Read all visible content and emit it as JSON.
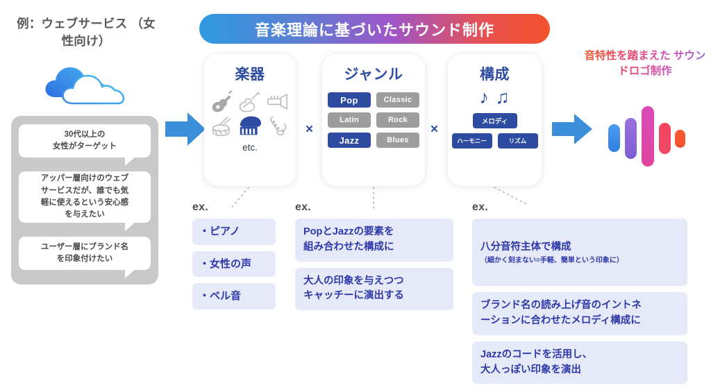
{
  "left": {
    "header": "例：ウェブサービス\n（女性向け）",
    "cloud_icon": "cloud-icon",
    "bubbles": [
      "30代以上の\n女性がターゲット",
      "アッパー層向けのウェブ\nサービスだが、誰でも気\n軽に使えるという安心感\nを与えたい",
      "ユーザー層にブランド名\nを印象付けたい"
    ]
  },
  "title_banner": {
    "text": "音楽理論に基づいたサウンド制作",
    "gradient_from": "#2f9ae0",
    "gradient_mid": "#a055c8",
    "gradient_to": "#f4512c"
  },
  "arrows": {
    "left_arrow": "arrow-right-icon",
    "right_arrow": "arrow-right-icon",
    "color": "#3b8fd8"
  },
  "multiply": {
    "symbol_1": "×",
    "symbol_2": "×",
    "color": "#2d4ba0"
  },
  "cards": {
    "instrument": {
      "title": "楽器",
      "icons": [
        "electric-guitar-icon",
        "violin-icon",
        "trumpet-icon",
        "snare-drum-icon",
        "grand-piano-icon",
        "saxophone-icon"
      ],
      "highlighted_icon": "grand-piano-icon",
      "etc_label": "etc."
    },
    "genre": {
      "title": "ジャンル",
      "chips": [
        {
          "label": "Pop",
          "selected": true
        },
        {
          "label": "Classic",
          "selected": false
        },
        {
          "label": "Latin",
          "selected": false
        },
        {
          "label": "Rock",
          "selected": false
        },
        {
          "label": "Jazz",
          "selected": true
        },
        {
          "label": "Blues",
          "selected": false
        }
      ],
      "selected_color": "#2d4ba0",
      "unselected_color": "#9d9d9d"
    },
    "structure": {
      "title": "構成",
      "note_icons": "♪ ♫",
      "main_button": "メロディ",
      "sub_buttons": [
        "ハーモニー",
        "リズム"
      ]
    }
  },
  "right": {
    "heading": "音特性を踏まえた\nサウンドロゴ制作",
    "logo": "sound-wave-logo",
    "logo_bar_colors": [
      "#3a8ce8",
      "#8a63d2",
      "#d04bb6",
      "#f0405f",
      "#f4512c"
    ]
  },
  "examples": [
    {
      "label": "ex.",
      "items": [
        {
          "main": "・ピアノ"
        },
        {
          "main": "・女性の声"
        },
        {
          "main": "・ベル音"
        }
      ]
    },
    {
      "label": "ex.",
      "items": [
        {
          "main": "PopとJazzの要素を\n組み合わせた構成に"
        },
        {
          "main": "大人の印象を与えつつ\nキャッチーに演出する"
        }
      ]
    },
    {
      "label": "ex.",
      "items": [
        {
          "main": "八分音符主体で構成",
          "sub": "（細かく刻まない=手軽、簡単という印象に）"
        },
        {
          "main": "ブランド名の読み上げ音のイントネ\nーションに合わせたメロディ構成に"
        },
        {
          "main": "Jazzのコードを活用し、\n大人っぽい印象を演出"
        }
      ]
    }
  ]
}
